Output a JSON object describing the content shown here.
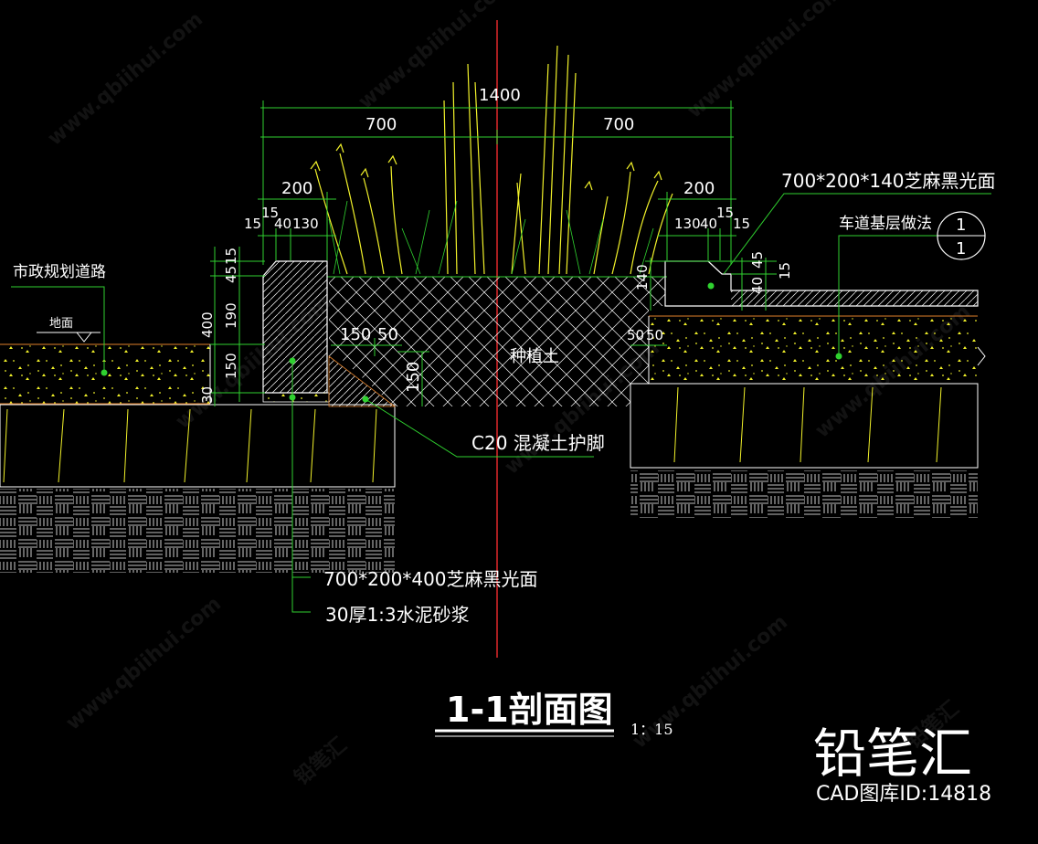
{
  "drawing": {
    "title": "1-1剖面图",
    "scale": "1：15",
    "colors": {
      "background": "#000000",
      "dimension": "#2fd12f",
      "outline": "#ffffff",
      "plants": "#f2f22a",
      "centerline": "#e0282b",
      "ground_line": "#e0802a"
    }
  },
  "dimensions": {
    "total_width": "1400",
    "half_left": "700",
    "half_right": "700",
    "left_200": "200",
    "right_200": "200",
    "left_15": "15",
    "left_40": "40",
    "left_130": "130",
    "left_15b": "15",
    "right_130": "130",
    "right_40": "40",
    "right_15": "15",
    "right_15b": "15",
    "left_v_15": "15",
    "left_v_45": "45",
    "left_v_190": "190",
    "left_v_400": "400",
    "left_v_150": "150",
    "left_v_30": "30",
    "footing_150_h": "150",
    "footing_50_h": "50",
    "footing_150_v": "150",
    "right_v_140": "140",
    "right_v_40": "40",
    "right_v_45": "45",
    "right_v_15": "15",
    "right_50a": "50",
    "right_50b": "50"
  },
  "labels": {
    "municipal_road": "市政规划道路",
    "ground": "地面",
    "planting_soil": "种植土",
    "concrete_footing": "C20 混凝土护脚",
    "curb_large": "700*200*400芝麻黑光面",
    "mortar": "30厚1:3水泥砂浆",
    "curb_small": "700*200*140芝麻黑光面",
    "lane_base": "车道基层做法",
    "detail_top": "1",
    "detail_bottom": "1"
  },
  "branding": {
    "watermark": "www.qbiihui.com",
    "watermark_cn": "铅笔汇",
    "logo": "铅笔汇",
    "logo_sub": "CAD图库ID:14818"
  }
}
